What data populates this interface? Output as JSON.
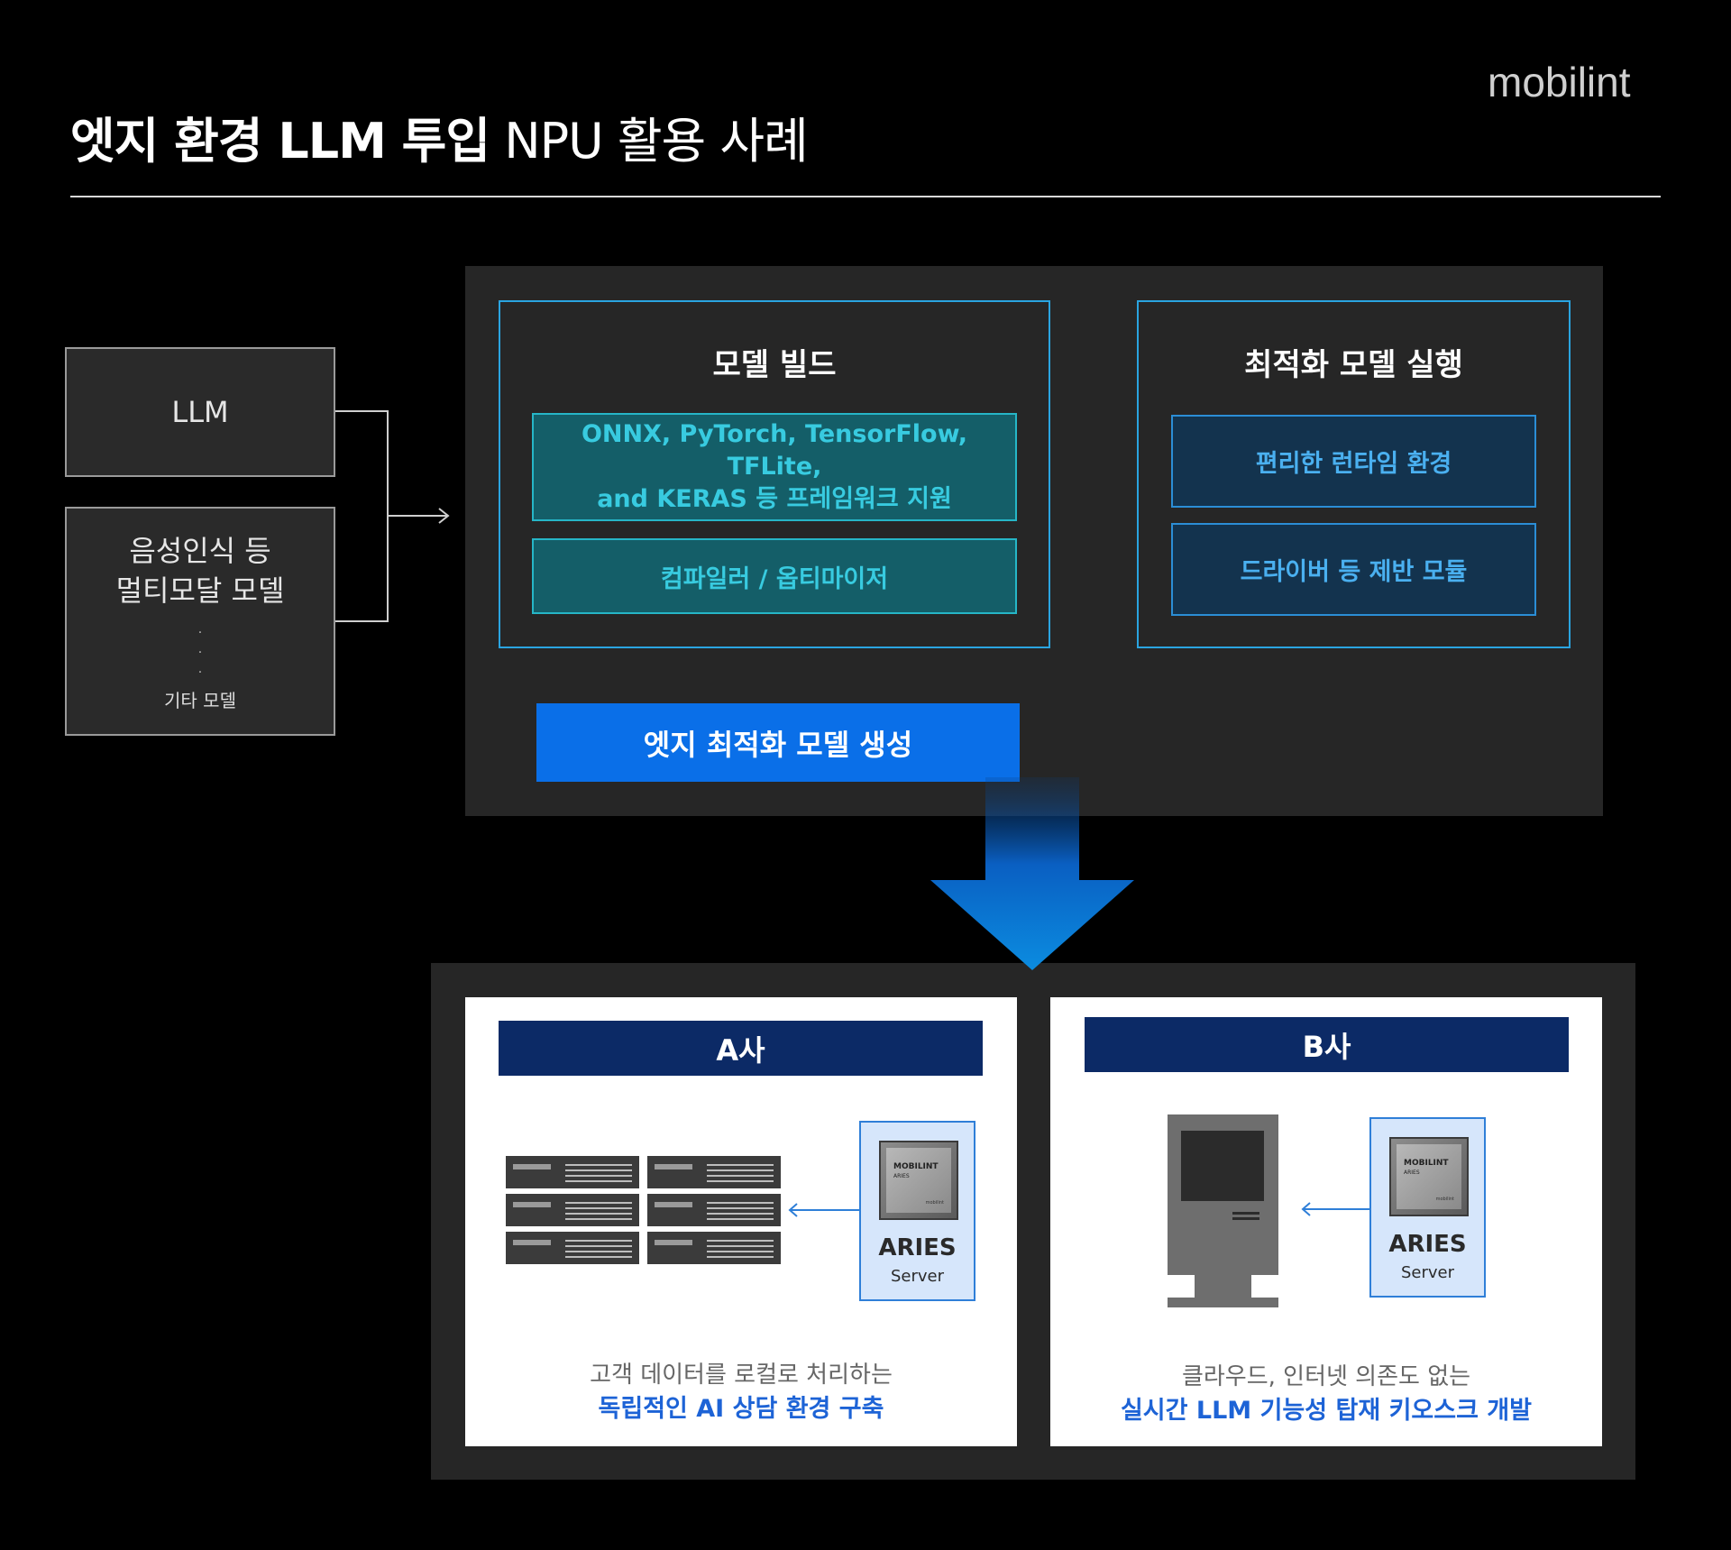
{
  "header": {
    "title_bold": "엣지 환경 LLM 투입",
    "title_normal": "NPU 활용 사례",
    "brand": "mobilint"
  },
  "inputs": {
    "llm": "LLM",
    "multimodal_line1": "음성인식 등",
    "multimodal_line2": "멀티모달 모델",
    "other_models": "기타 모델"
  },
  "build": {
    "title": "모델 빌드",
    "frameworks_line1": "ONNX, PyTorch, TensorFlow, TFLite,",
    "frameworks_line2": "and KERAS 등 프레임워크 지원",
    "compiler": "컴파일러 / 옵티마이저"
  },
  "run": {
    "title": "최적화 모델 실행",
    "runtime": "편리한 런타임 환경",
    "driver": "드라이버 등 제반 모듈"
  },
  "generate": "엣지 최적화 모델 생성",
  "cases": [
    {
      "name": "A사",
      "chip_brand": "MOBILINT",
      "chip_model": "ARIES",
      "chip_maker": "mobilint",
      "device_name": "ARIES",
      "device_sub": "Server",
      "caption1": "고객 데이터를 로컬로 처리하는",
      "caption2": "독립적인 AI 상담 환경 구축"
    },
    {
      "name": "B사",
      "chip_brand": "MOBILINT",
      "chip_model": "ARIES",
      "chip_maker": "mobilint",
      "device_name": "ARIES",
      "device_sub": "Server",
      "caption1": "클라우드, 인터넷 의존도 없는",
      "caption2": "실시간 LLM 기능성 탑재 키오스크 개발"
    }
  ],
  "colors": {
    "stage_border": "#2aa4e0",
    "teal_fill": "#145e68",
    "teal_text": "#38cbe0",
    "navy_fill": "#13334e",
    "navy_text": "#4ab0f0",
    "generate_fill": "#0a6fe8",
    "case_header": "#0c2a66",
    "caption_accent": "#1d63d6"
  }
}
